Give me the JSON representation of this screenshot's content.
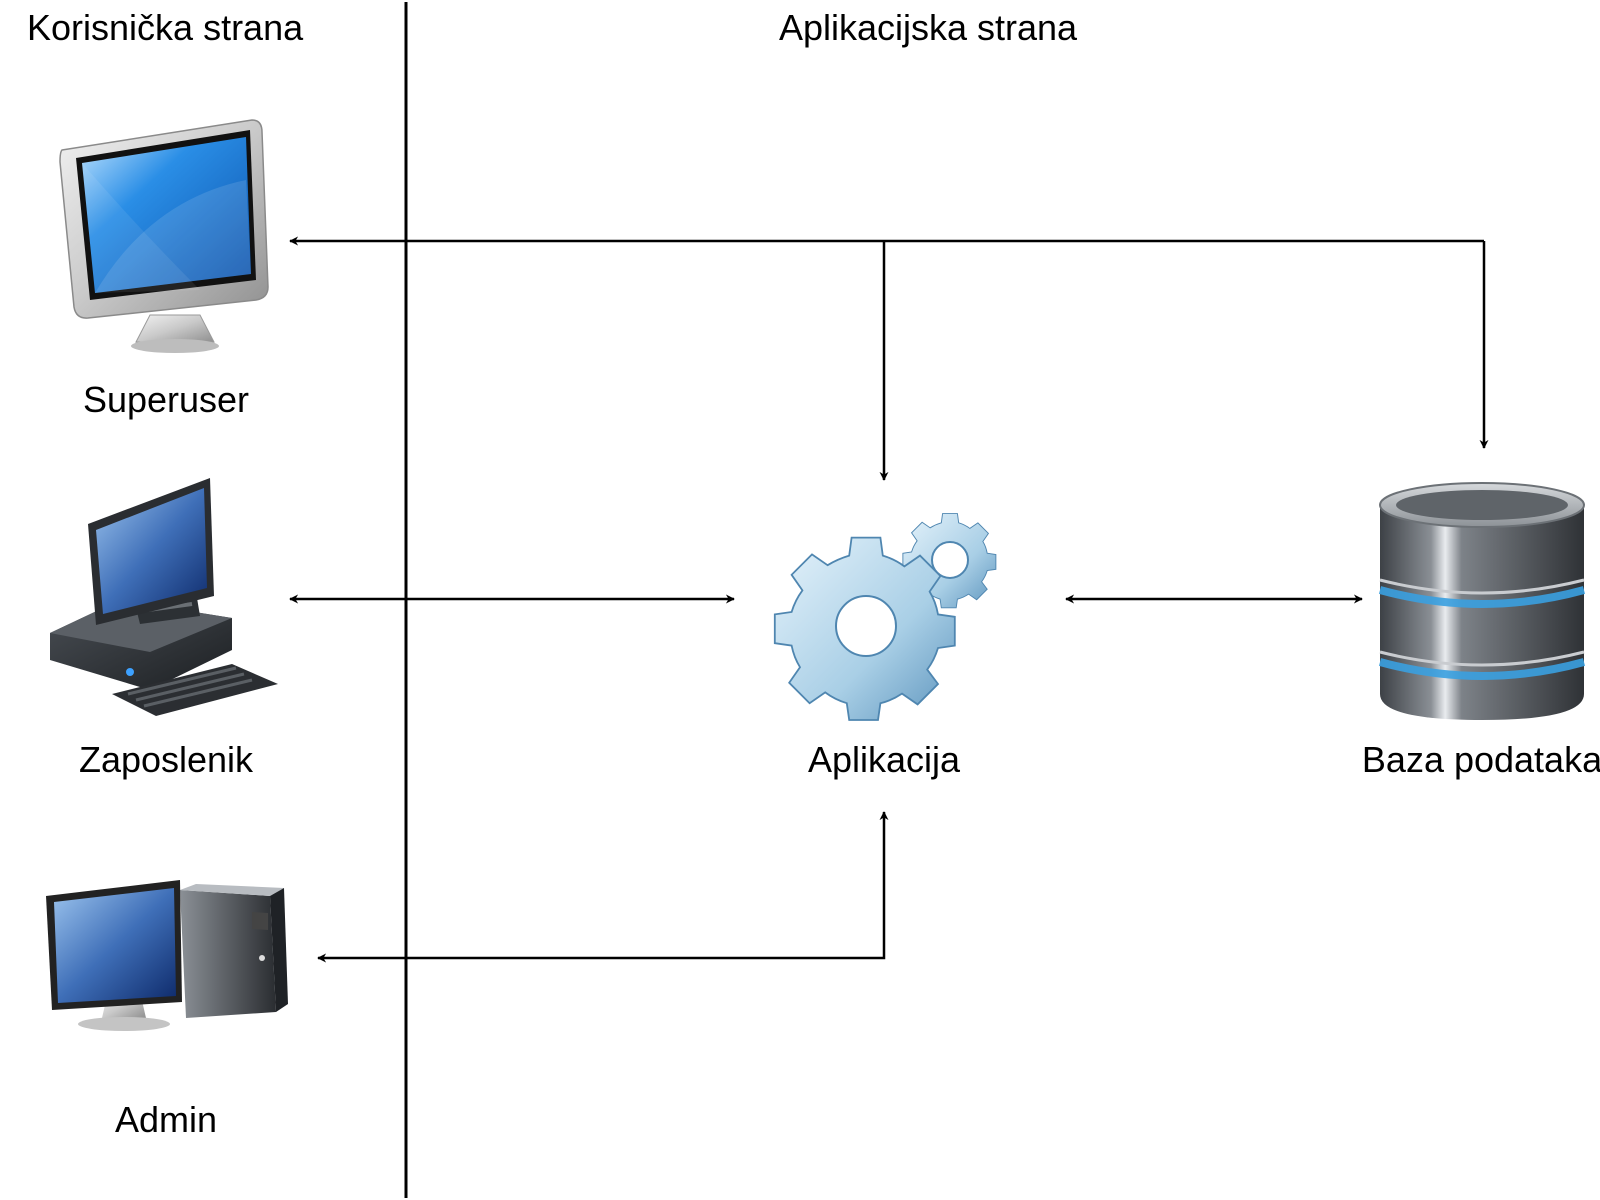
{
  "sections": {
    "left": "Korisnička strana",
    "right": "Aplikacijska strana"
  },
  "nodes": {
    "superuser": "Superuser",
    "zaposlenik": "Zaposlenik",
    "admin": "Admin",
    "aplikacija": "Aplikacija",
    "baza": "Baza podataka"
  },
  "icons": {
    "superuser": "imac-monitor-icon",
    "zaposlenik": "desktop-computer-keyboard-icon",
    "admin": "monitor-tower-pc-icon",
    "aplikacija": "gears-icon",
    "baza": "database-cylinder-icon"
  },
  "colors": {
    "line": "#000000",
    "screen_blue": "#1f7fd9",
    "gear_blue": "#a9cfe6",
    "db_glow": "#3aa0e0",
    "db_body": "#5f6469"
  }
}
